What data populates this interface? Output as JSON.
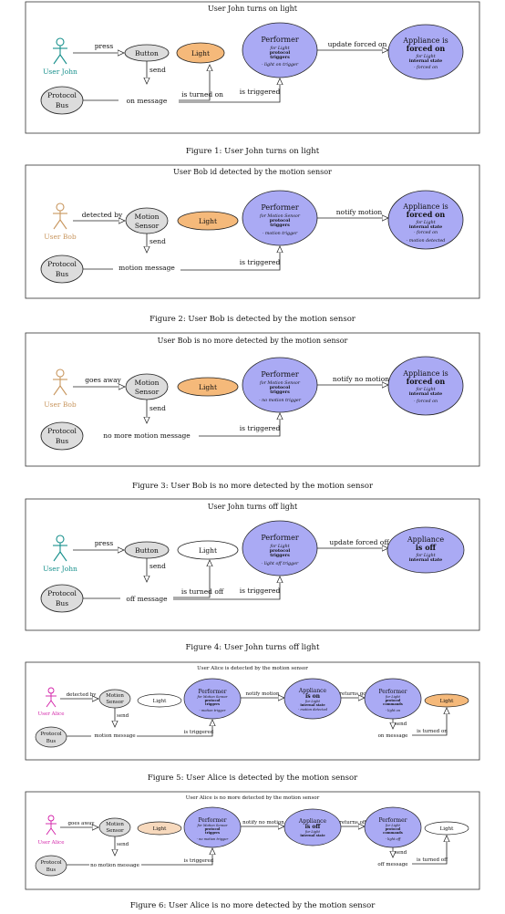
{
  "colors": {
    "ellipse_grey": "#dcdcdc",
    "perf_blue": "#aaaaf4",
    "light_on": "#f5b97a",
    "light_pale": "#f7d9bd",
    "white": "#ffffff",
    "teal": "#17908c",
    "orange_actor": "#c8965e",
    "pink": "#d21ca6"
  },
  "figures": [
    {
      "title": "User John turns on light",
      "caption": "Figure 1: User John turns on light",
      "actor": "User John",
      "trigger": "press",
      "sensor": "Button",
      "send": "send",
      "bus": "Protocol Bus",
      "message": "on message",
      "light": "Light",
      "performer": {
        "title": "Performer",
        "lines": [
          "for Light",
          "protocol",
          "triggers",
          "- light on trigger"
        ]
      },
      "action": "update forced on",
      "appliance": {
        "title": "Appliance is",
        "bold": "forced on",
        "lines": [
          "for Light",
          "internal state",
          "- forced on"
        ]
      },
      "light_event": "is turned on",
      "triggered": "is triggered"
    },
    {
      "title": "User Bob id detected by the motion sensor",
      "caption": "Figure 2: User Bob is detected by the motion sensor",
      "actor": "User Bob",
      "trigger": "detected by",
      "sensor": "Motion Sensor",
      "send": "send",
      "bus": "Protocol Bus",
      "message": "motion message",
      "light": "Light",
      "performer": {
        "title": "Performer",
        "lines": [
          "for Motion Sensor",
          "protocol",
          "triggers",
          "- motion trigger"
        ]
      },
      "action": "notify motion",
      "appliance": {
        "title": "Appliance is",
        "bold": "forced on",
        "lines": [
          "for Light",
          "internal state",
          "- forced on",
          "- motion detected"
        ]
      },
      "triggered": "is triggered"
    },
    {
      "title": "User Bob is no more detected by the motion sensor",
      "caption": "Figure 3: User Bob is no more detected by the motion sensor",
      "actor": "User Bob",
      "trigger": "goes away",
      "sensor": "Motion Sensor",
      "send": "send",
      "bus": "Protocol Bus",
      "message": "no more motion message",
      "light": "Light",
      "performer": {
        "title": "Performer",
        "lines": [
          "for Motion Sensor",
          "protocol",
          "triggers",
          "- no motion trigger"
        ]
      },
      "action": "notify no motion",
      "appliance": {
        "title": "Appliance is",
        "bold": "forced on",
        "lines": [
          "for Light",
          "internal state",
          "- forced on"
        ]
      },
      "triggered": "is triggered"
    },
    {
      "title": "User John turns off light",
      "caption": "Figure 4: User John turns off light",
      "actor": "User John",
      "trigger": "press",
      "sensor": "Button",
      "send": "send",
      "bus": "Protocol Bus",
      "message": "off message",
      "light": "Light",
      "performer": {
        "title": "Performer",
        "lines": [
          "for Light",
          "protocol",
          "triggers",
          "- light off trigger"
        ]
      },
      "action": "update forced off",
      "appliance": {
        "title": "Appliance",
        "bold": "is off",
        "lines": [
          "for Light",
          "internal state"
        ]
      },
      "light_event": "is turned off",
      "triggered": "is triggered"
    },
    {
      "title": "User Alice is detected by the motion sensor",
      "caption": "Figure 5: User Alice is detected by the motion sensor",
      "actor": "User Alice",
      "trigger": "detected by",
      "sensor": "Motion Sensor",
      "send": "send",
      "bus": "Protocol Bus",
      "message": "motion message",
      "light": "Light",
      "performer": {
        "title": "Performer",
        "lines": [
          "for Motion Sensor",
          "protocol",
          "triggers",
          "- motion trigger"
        ]
      },
      "action": "notify motion",
      "appliance": {
        "title": "Appliance",
        "bold": "is on",
        "lines": [
          "for Light",
          "internal state",
          "- motion detected"
        ]
      },
      "action2": "returns go",
      "performer2": {
        "title": "Performer",
        "lines": [
          "for Light",
          "protocol",
          "commands",
          "- light on"
        ]
      },
      "send2": "send",
      "message2": "on message",
      "light2": "Light",
      "light2_event": "is turned on",
      "triggered": "is triggered"
    },
    {
      "title": "User Alice is no more detected by the motion sensor",
      "caption": "Figure 6: User Alice is no more detected by the motion sensor",
      "actor": "User Alice",
      "trigger": "goes away",
      "sensor": "Motion Sensor",
      "send": "send",
      "bus": "Protocol Bus",
      "message": "no motion message",
      "light": "Light",
      "performer": {
        "title": "Performer",
        "lines": [
          "for Motion Sensor",
          "protocol",
          "triggers",
          "- no motion trigger"
        ]
      },
      "action": "notify no motion",
      "appliance": {
        "title": "Appliance",
        "bold": "is off",
        "lines": [
          "for Light",
          "internal state"
        ]
      },
      "action2": "returns off",
      "performer2": {
        "title": "Performer",
        "lines": [
          "for Light",
          "protocol",
          "commands",
          "- light off"
        ]
      },
      "send2": "send",
      "message2": "off message",
      "light2": "Light",
      "light2_event": "is turned off",
      "triggered": "is triggered"
    }
  ]
}
